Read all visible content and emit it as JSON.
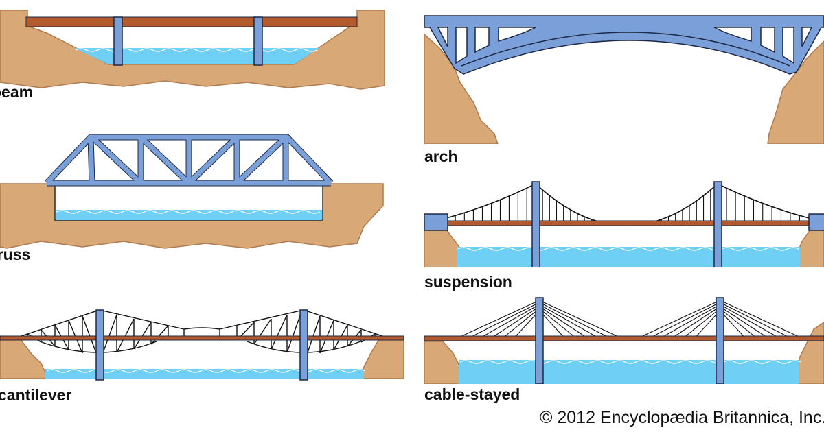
{
  "labels": {
    "beam": "beam",
    "truss": "truss",
    "cantilever": "cantilever",
    "arch": "arch",
    "suspension": "suspension",
    "cable_stayed": "cable-stayed"
  },
  "copyright": "© 2012 Encyclopædia Britannica, Inc.",
  "colors": {
    "earth": "#d9a877",
    "earth_line": "#b07a4e",
    "water": "#6fcff4",
    "steel": "#7b9fd9",
    "steel_edge": "#1e2a44",
    "deck": "#b45a2c"
  }
}
